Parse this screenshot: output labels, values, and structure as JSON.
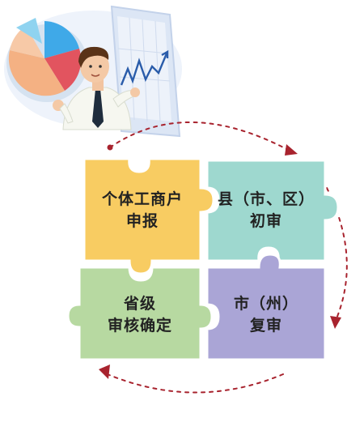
{
  "steps": [
    {
      "lines": [
        "个体工商户",
        "申报"
      ],
      "color": "#f8cc62"
    },
    {
      "lines": [
        "县（市、区）",
        "初审"
      ],
      "color": "#9ed8cf"
    },
    {
      "lines": [
        "市（州）",
        "复审"
      ],
      "color": "#aaa5d6"
    },
    {
      "lines": [
        "省级",
        "审核确定"
      ],
      "color": "#b7d9a1"
    }
  ],
  "colors": {
    "arrow": "#a8232e",
    "pie_blue": "#3fa9e8",
    "pie_red": "#e2545f",
    "pie_peach": "#f4b183",
    "pie_light": "#8fd3f0"
  },
  "icons": [
    "presenter-illustration",
    "pie-chart-icon",
    "line-chart-board"
  ]
}
